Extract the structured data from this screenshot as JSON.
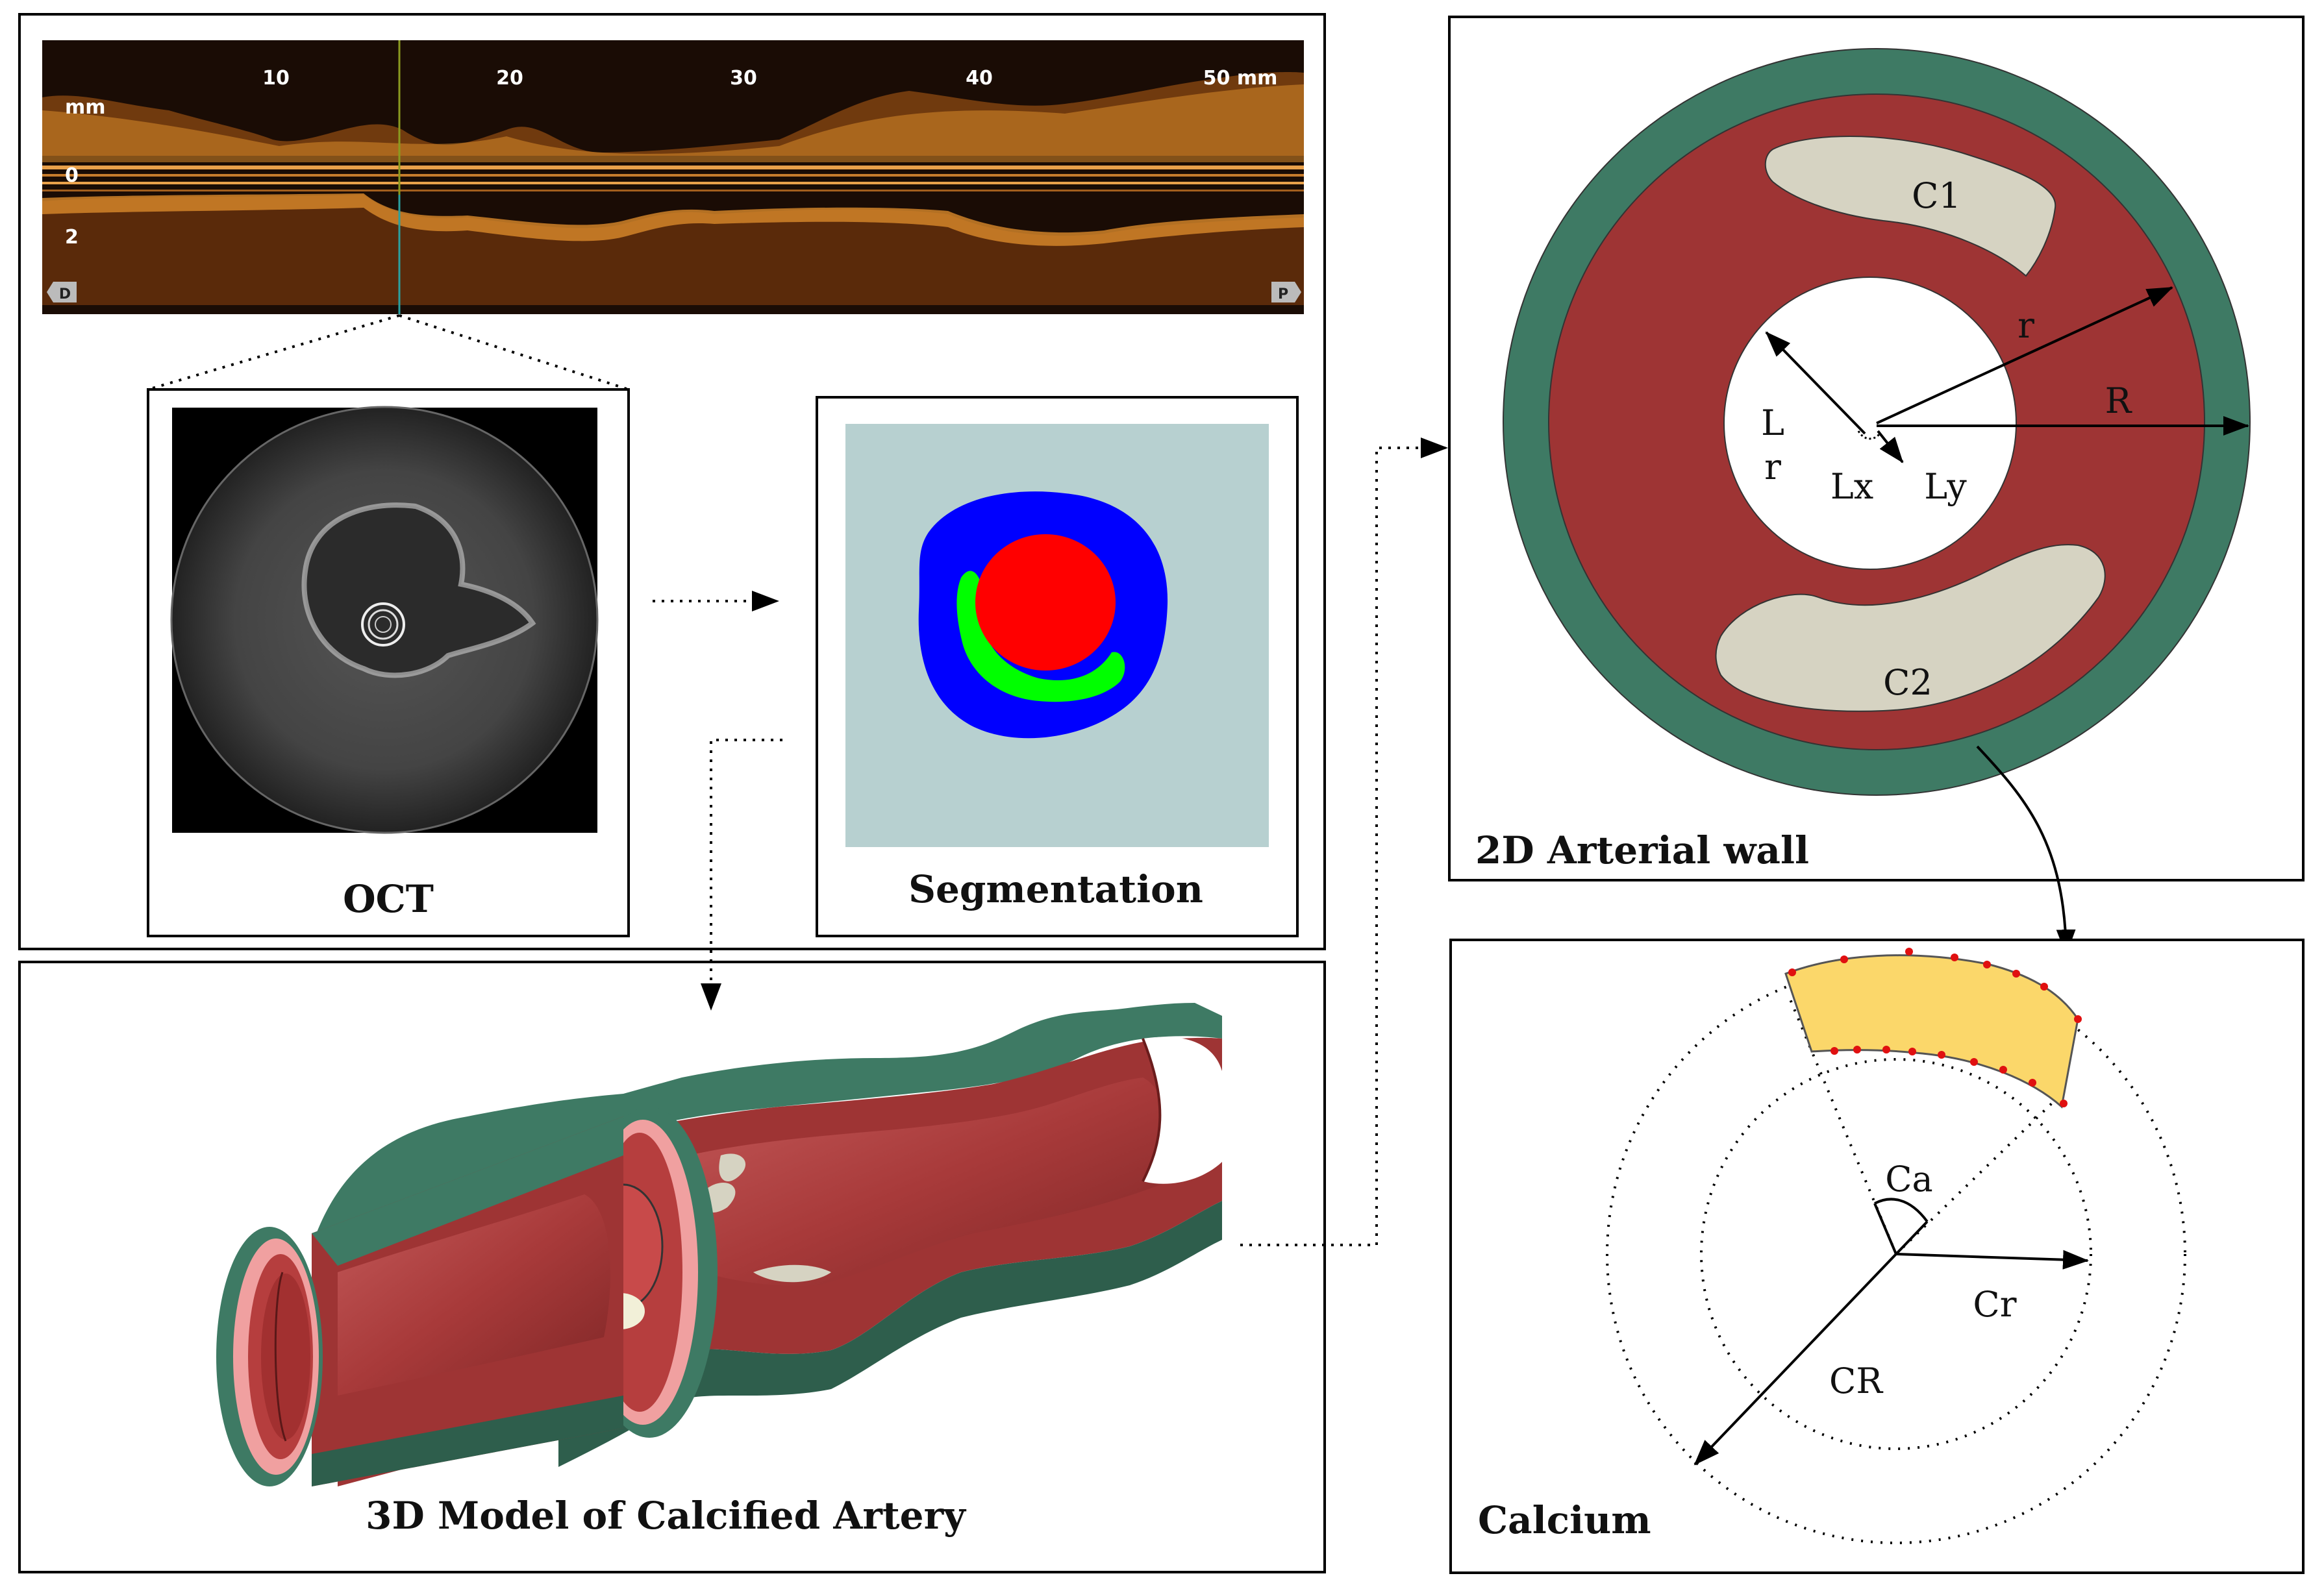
{
  "oct_longitudinal": {
    "ticks": [
      "10",
      "20",
      "30",
      "40",
      "50 mm"
    ],
    "depth_unit": "mm",
    "depth_ticks": [
      "0",
      "2"
    ],
    "marker_left": "D",
    "marker_right": "P"
  },
  "panels": {
    "oct": {
      "caption": "OCT"
    },
    "segmentation": {
      "caption": "Segmentation"
    },
    "model3d": {
      "caption": "3D Model of Calcified Artery"
    },
    "wall2d": {
      "caption": "2D Arterial wall",
      "labels": {
        "c1": "C1",
        "c2": "C2",
        "r": "r",
        "R": "R",
        "Lr_top": "L",
        "Lr_bottom": "r",
        "Lx": "Lx",
        "Ly": "Ly"
      }
    },
    "calcium": {
      "caption": "Calcium",
      "labels": {
        "Ca": "Ca",
        "Cr": "Cr",
        "CR": "CR"
      }
    }
  },
  "colors": {
    "outer_wall": "#3e7a64",
    "arterial_wall": "#9e3434",
    "calcium_2d": "#d6d3c2",
    "calcium_yellow": "#fbd76a",
    "seg_background": "#b7d0d0",
    "seg_wall": "#0000ff",
    "seg_lumen": "#ff0000",
    "seg_calcium": "#00ff00",
    "oct_signal": "#d98a2a"
  }
}
